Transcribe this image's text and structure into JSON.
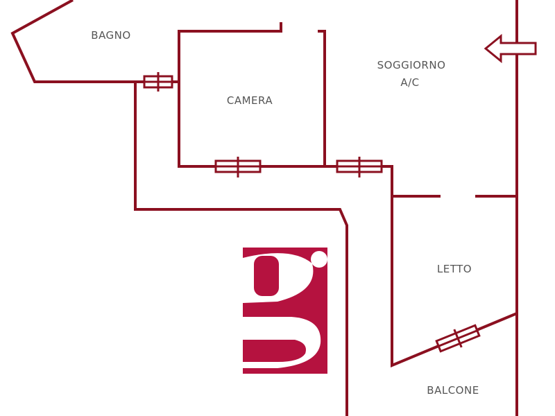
{
  "rooms": {
    "bagno": "BAGNO",
    "camera": "CAMERA",
    "soggiorno": "SOGGIORNO",
    "soggiorno_note": "A/C",
    "letto": "LETTO",
    "balcone": "BALCONE"
  },
  "colors": {
    "wall": "#8b1020",
    "logo": "#b5123f"
  },
  "logo": {
    "letter": "g"
  },
  "entrance": {
    "icon": "arrow-left-icon"
  }
}
